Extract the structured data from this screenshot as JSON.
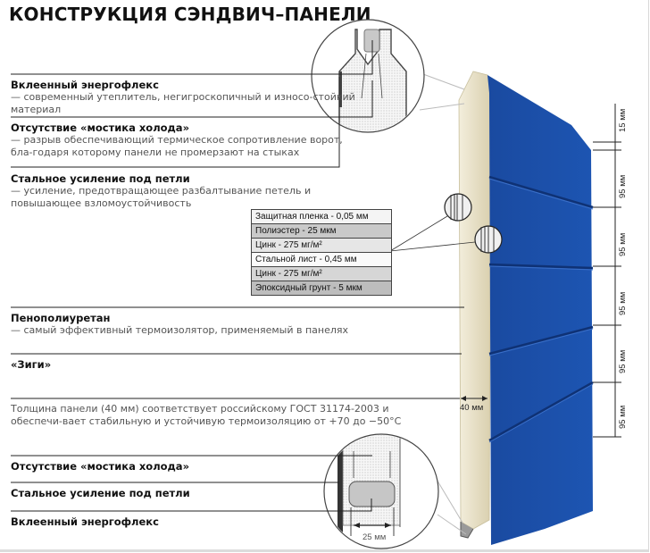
{
  "title": "КОНСТРУКЦИЯ СЭНДВИЧ–ПАНЕЛИ",
  "features": [
    {
      "heading": "Вклеенный энергофлекс",
      "description": "— современный утеплитель, негигроскопичный и износо-стойкий материал"
    },
    {
      "heading": "Отсутствие «мостика холода»",
      "description": "— разрыв обеспечивающий термическое сопротивление ворот, бла-годаря которому панели не промерзают на стыках"
    },
    {
      "heading": "Стальное усиление под петли",
      "description": "— усиление, предотвращающее разбалтывание петель и повышающее взломоустойчивость"
    },
    {
      "heading": "Пенополиуретан",
      "description": "— самый эффективный термоизолятор, применяемый в панелях"
    },
    {
      "heading": "«Зиги»",
      "description": ""
    }
  ],
  "note": "Толщина панели (40 мм) соответствует российскому ГОСТ 31174-2003 и обеспечи-вает стабильную и устойчивую термоизоляцию от +70 до −50°C",
  "bottom_labels": [
    "Отсутствие «мостика холода»",
    "Стальное усиление под петли",
    "Вклеенный энергофлекс"
  ],
  "layers": [
    {
      "label": "Защитная пленка - 0,05 мм",
      "color": "#f4f4f4"
    },
    {
      "label": "Полиэстер - 25 мкм",
      "color": "#c9c9c9"
    },
    {
      "label": "Цинк - 275 мг/м²",
      "color": "#e6e6e6"
    },
    {
      "label": "Стальной лист - 0,45 мм",
      "color": "#fafafa"
    },
    {
      "label": "Цинк - 275 мг/м²",
      "color": "#d6d6d6"
    },
    {
      "label": "Эпоксидный грунт - 5 мкм",
      "color": "#bdbdbd"
    }
  ],
  "dimensions": {
    "thickness": "40 мм",
    "hinge_width": "25 мм",
    "heights": [
      "15 мм",
      "95 мм",
      "95 мм",
      "95 мм",
      "95 мм",
      "95 мм"
    ]
  },
  "colors": {
    "panel_blue": "#1b4fa8",
    "foam": "#e9e2c8",
    "text_dark": "#111111",
    "text_grey": "#555555"
  }
}
